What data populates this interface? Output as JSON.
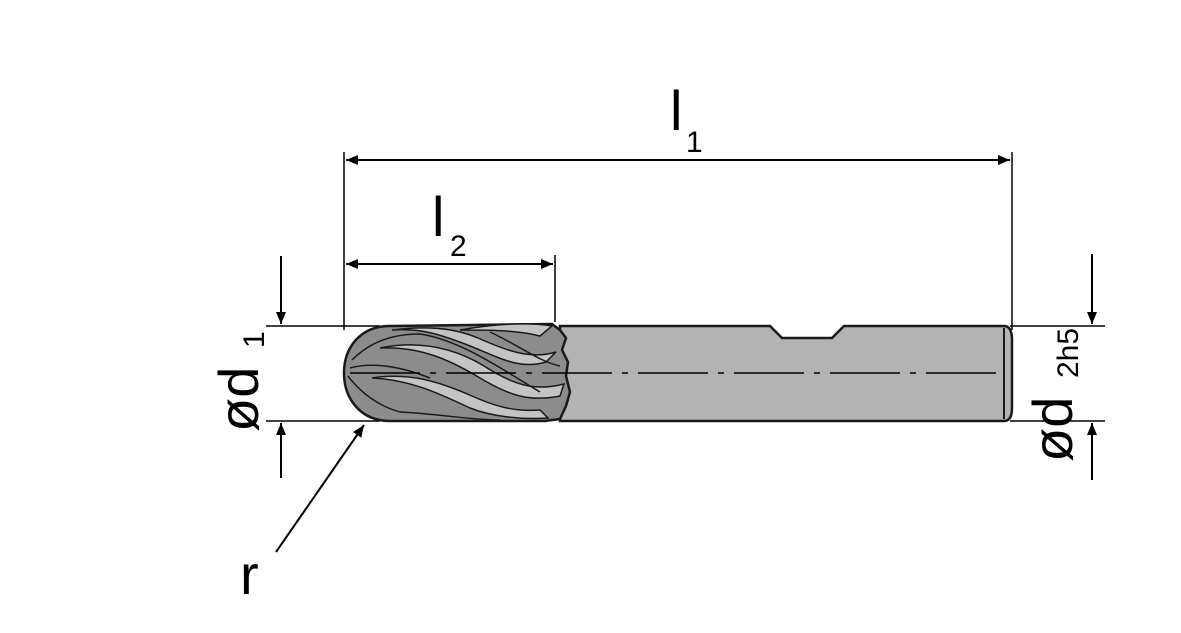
{
  "labels": {
    "l1": {
      "main": "l",
      "sub": "1"
    },
    "l2": {
      "main": "l",
      "sub": "2"
    },
    "d1": {
      "main": "ød",
      "sub": "1"
    },
    "d2": {
      "main": "ød",
      "sub": "2h5"
    },
    "r": "r"
  },
  "colors": {
    "shank": "#b3b3b3",
    "flute_dark": "#8c8c8c",
    "flute_light": "#c4c4c4",
    "line": "#000000"
  }
}
